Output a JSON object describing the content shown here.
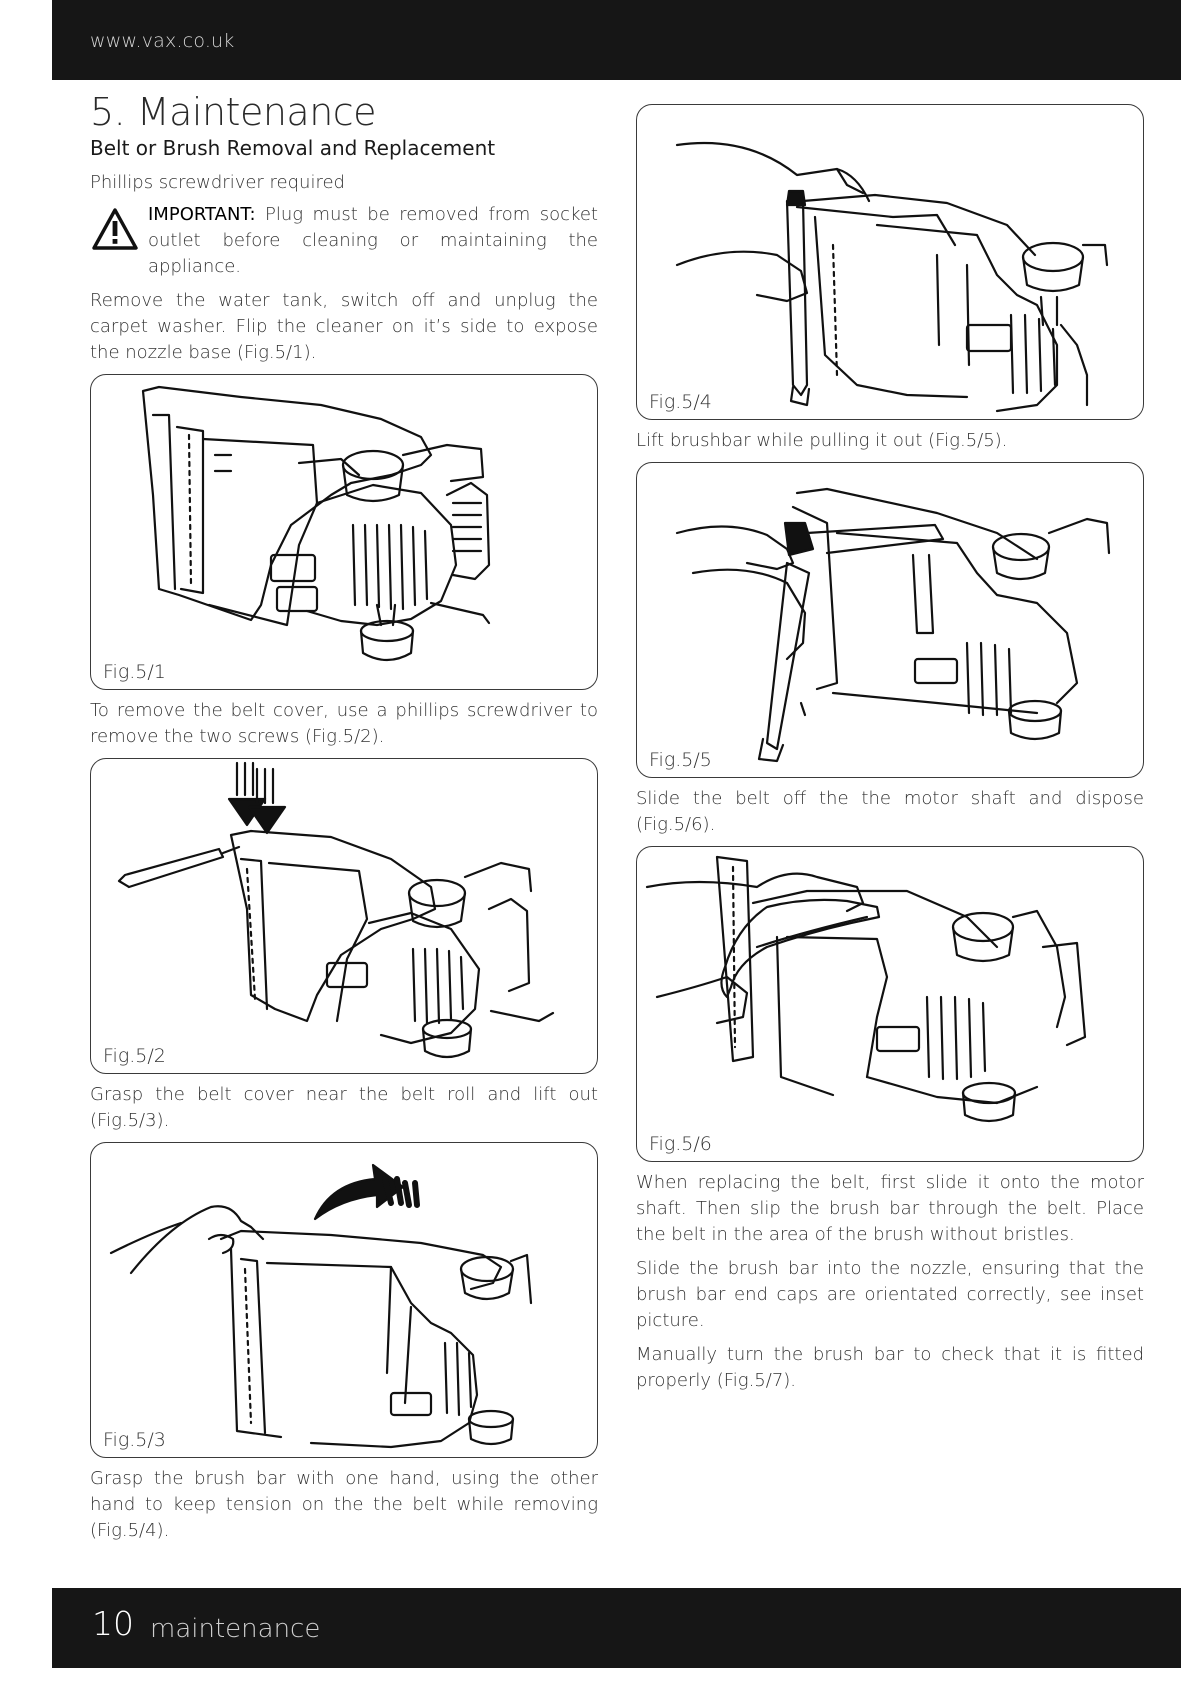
{
  "header": {
    "url": "www.vax.co.uk"
  },
  "footer": {
    "page_number": "10",
    "section": "maintenance"
  },
  "left": {
    "title": "5. Maintenance",
    "subtitle": "Belt or Brush Removal and Replacement",
    "tool_note": "Phillips screwdriver required",
    "warning_lead": "IMPORTANT:",
    "warning_text": " Plug must be removed from socket outlet before cleaning or maintaining the appliance.",
    "para1": "Remove the water tank, switch off and unplug the carpet washer. Flip the cleaner on it’s side to expose the nozzle base (Fig.5/1).",
    "fig1_caption": "Fig.5/1",
    "para2": "To remove the belt cover, use a phillips screwdriver to remove the two screws (Fig.5/2).",
    "fig2_caption": "Fig.5/2",
    "para3": "Grasp the belt cover near the belt roll and lift out (Fig.5/3).",
    "fig3_caption": "Fig.5/3",
    "para4": "Grasp the brush bar with one hand, using the other hand to keep tension on the the belt while removing (Fig.5/4)."
  },
  "right": {
    "fig4_caption": "Fig.5/4",
    "para5": "Lift brushbar while pulling it out (Fig.5/5).",
    "fig5_caption": "Fig.5/5",
    "para6": "Slide the belt off the the motor shaft and dispose (Fig.5/6).",
    "fig6_caption": "Fig.5/6",
    "para7": "When replacing the belt, first slide it onto the motor shaft. Then slip the brush bar through the belt. Place the belt in the area of the brush without bristles.",
    "para8": "Slide the brush bar into the nozzle, ensuring that the brush bar end caps are orientated correctly, see inset picture.",
    "para9": "Manually turn the brush bar to check that it is fitted properly (Fig.5/7)."
  }
}
